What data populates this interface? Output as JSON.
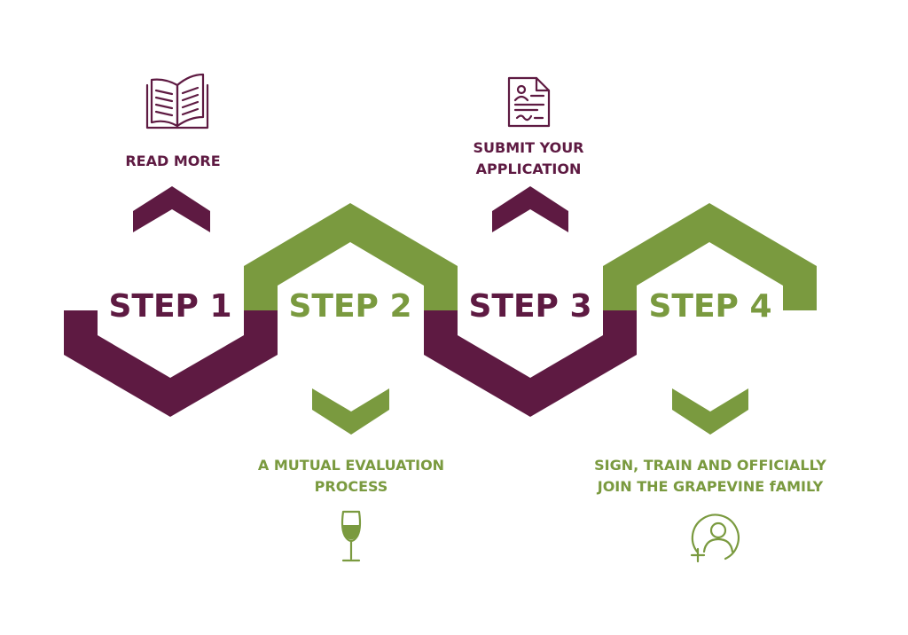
{
  "colors": {
    "purple": "#5e1a42",
    "green": "#7a9a3f",
    "background": "#ffffff"
  },
  "steps": [
    {
      "label": "STEP 1",
      "color": "#5e1a42"
    },
    {
      "label": "STEP 2",
      "color": "#7a9a3f"
    },
    {
      "label": "STEP 3",
      "color": "#5e1a42"
    },
    {
      "label": "STEP 4",
      "color": "#7a9a3f"
    }
  ],
  "captions": {
    "step1": {
      "line1": "READ MORE",
      "icon": "open-book-icon"
    },
    "step2": {
      "line1": "A MUTUAL EVALUATION",
      "line2": "PROCESS",
      "icon": "wine-glass-icon"
    },
    "step3": {
      "line1": "SUBMIT YOUR",
      "line2": "APPLICATION",
      "icon": "application-document-icon"
    },
    "step4": {
      "line1": "SIGN, TRAIN AND OFFICIALLY",
      "line2": "JOIN THE GRAPEVINE fAMILY",
      "icon": "add-user-icon"
    }
  }
}
